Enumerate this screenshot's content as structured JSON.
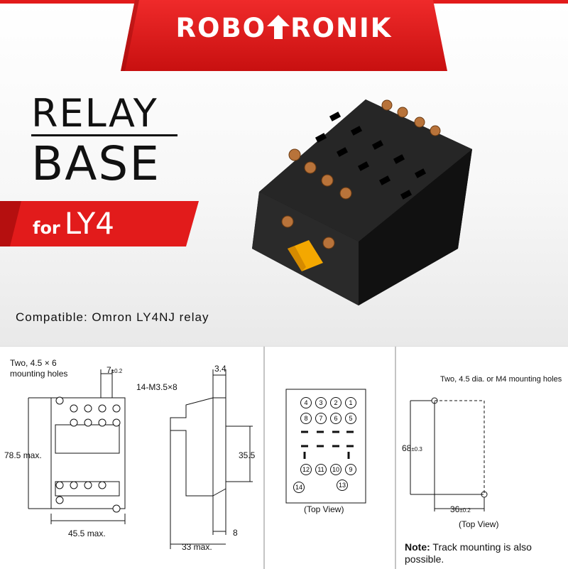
{
  "brand": {
    "left": "ROBO",
    "right": "RONIK",
    "color": "#e21b1b"
  },
  "title": {
    "line1": "RELAY",
    "line2": "BASE",
    "for_prefix": "for",
    "for_model": "LY4"
  },
  "compatibility": "Compatible: Omron LY4NJ relay",
  "drawing1": {
    "mount_holes": "Two, 4.5 × 6",
    "mount_holes_2": "mounting holes",
    "width_7": "7",
    "tol_7": "±0.2",
    "screws": "14-M3.5×8",
    "height": "78.5 max.",
    "width": "45.5 max."
  },
  "drawing2": {
    "dim_top": "3.4",
    "dim_mid": "35.5",
    "dim_bottom": "8",
    "depth": "33 max."
  },
  "drawing3": {
    "terminals_row1": [
      "4",
      "3",
      "2",
      "1"
    ],
    "terminals_row2": [
      "8",
      "7",
      "6",
      "5"
    ],
    "terminals_row3": [
      "12",
      "11",
      "10",
      "9"
    ],
    "coil_left": "14",
    "coil_right": "13",
    "caption": "(Top View)"
  },
  "drawing4": {
    "holes": "Two, 4.5 dia. or M4 mounting holes",
    "height": "68",
    "height_tol": "±0.3",
    "width": "36",
    "width_tol": "±0.2",
    "caption": "(Top View)"
  },
  "note": {
    "label": "Note:",
    "text": "Track mounting is also possible."
  }
}
